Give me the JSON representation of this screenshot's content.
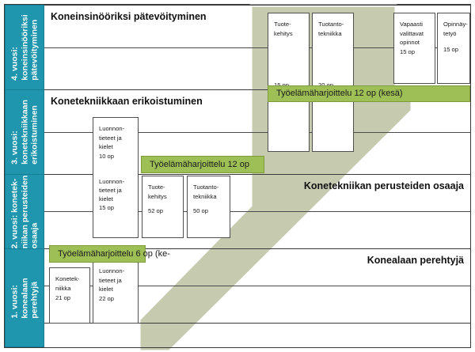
{
  "diagram": {
    "title_visible": false,
    "colors": {
      "spine": "#1f96ad",
      "green_bar": "#9dbf55",
      "band": "#c6cbb0",
      "band_edge": "#ffffff",
      "frame": "#3a3a3a"
    }
  },
  "years": [
    {
      "key": "year4",
      "line1": "4. vuosi:",
      "line2": "koneinsinööriksi",
      "line3": "pätevöityminen"
    },
    {
      "key": "year3",
      "line1": "3. vuosi:",
      "line2": "konetekniikkaan",
      "line3": "erikoistuminen"
    },
    {
      "key": "year2",
      "line1": "2. vuosi:  konetek-",
      "line2": "niikan perusteiden",
      "line3": "osaaja"
    },
    {
      "key": "year1",
      "line1": "1. vuosi:",
      "line2": "konealaan",
      "line3": "perehtyjä"
    }
  ],
  "stages": [
    {
      "key": "stage4",
      "label": "Koneinsinööriksi pätevöityminen",
      "align": "left"
    },
    {
      "key": "stage3",
      "label": "Konetekniikkaan erikoistuminen",
      "align": "left"
    },
    {
      "key": "stage2",
      "label": "Konetekniikan perusteiden osaaja",
      "align": "right"
    },
    {
      "key": "stage1",
      "label": "Konealaan perehtyjä",
      "align": "right"
    }
  ],
  "courses": [
    {
      "key": "c_tuotekehitys_15",
      "name_line1": "Tuote-",
      "name_line2": "kehitys",
      "credits": "15 op"
    },
    {
      "key": "c_tuotantotekniikka_20",
      "name_line1": "Tuotanto-",
      "name_line2": "tekniikka",
      "credits": "20 op"
    },
    {
      "key": "c_vapaasti_15",
      "name_line1": "Vapaasti",
      "name_line2": "valittavat",
      "name_line3": "opinnot",
      "credits": "15 op"
    },
    {
      "key": "c_opinnaytetyo_15",
      "name_line1": "Opinnäy-",
      "name_line2": "tetyö",
      "credits": "15 op"
    },
    {
      "key": "c_luonnontieteet_10",
      "name_line1": "Luonnon-",
      "name_line2": "tieteet ja",
      "name_line3": "kielet",
      "credits": "10 op"
    },
    {
      "key": "c_luonnontieteet_15",
      "name_line1": "Luonnon-",
      "name_line2": "tieteet ja",
      "name_line3": "kielet",
      "credits": "15 op"
    },
    {
      "key": "c_tuotekehitys_52",
      "name_line1": "Tuote-",
      "name_line2": "kehitys",
      "credits": "52 op"
    },
    {
      "key": "c_tuotantotekniikka_50",
      "name_line1": "Tuotanto-",
      "name_line2": "tekniikka",
      "credits": "50 op"
    },
    {
      "key": "c_konetekniikka_21",
      "name_line1": "Konetek-",
      "name_line2": "niikka",
      "credits": "21 op"
    },
    {
      "key": "c_luonnontieteet_22",
      "name_line1": "Luonnon-",
      "name_line2": "tieteet ja",
      "name_line3": "kielet",
      "credits": "22 op"
    }
  ],
  "practical_training": [
    {
      "key": "pt12kesa",
      "label": "Työelämäharjoittelu 12 op (kesä)"
    },
    {
      "key": "pt12",
      "label": "Työelämäharjoittelu 12 op"
    },
    {
      "key": "pt6",
      "label": "Työelämäharjoittelu 6 op (ke-"
    }
  ]
}
